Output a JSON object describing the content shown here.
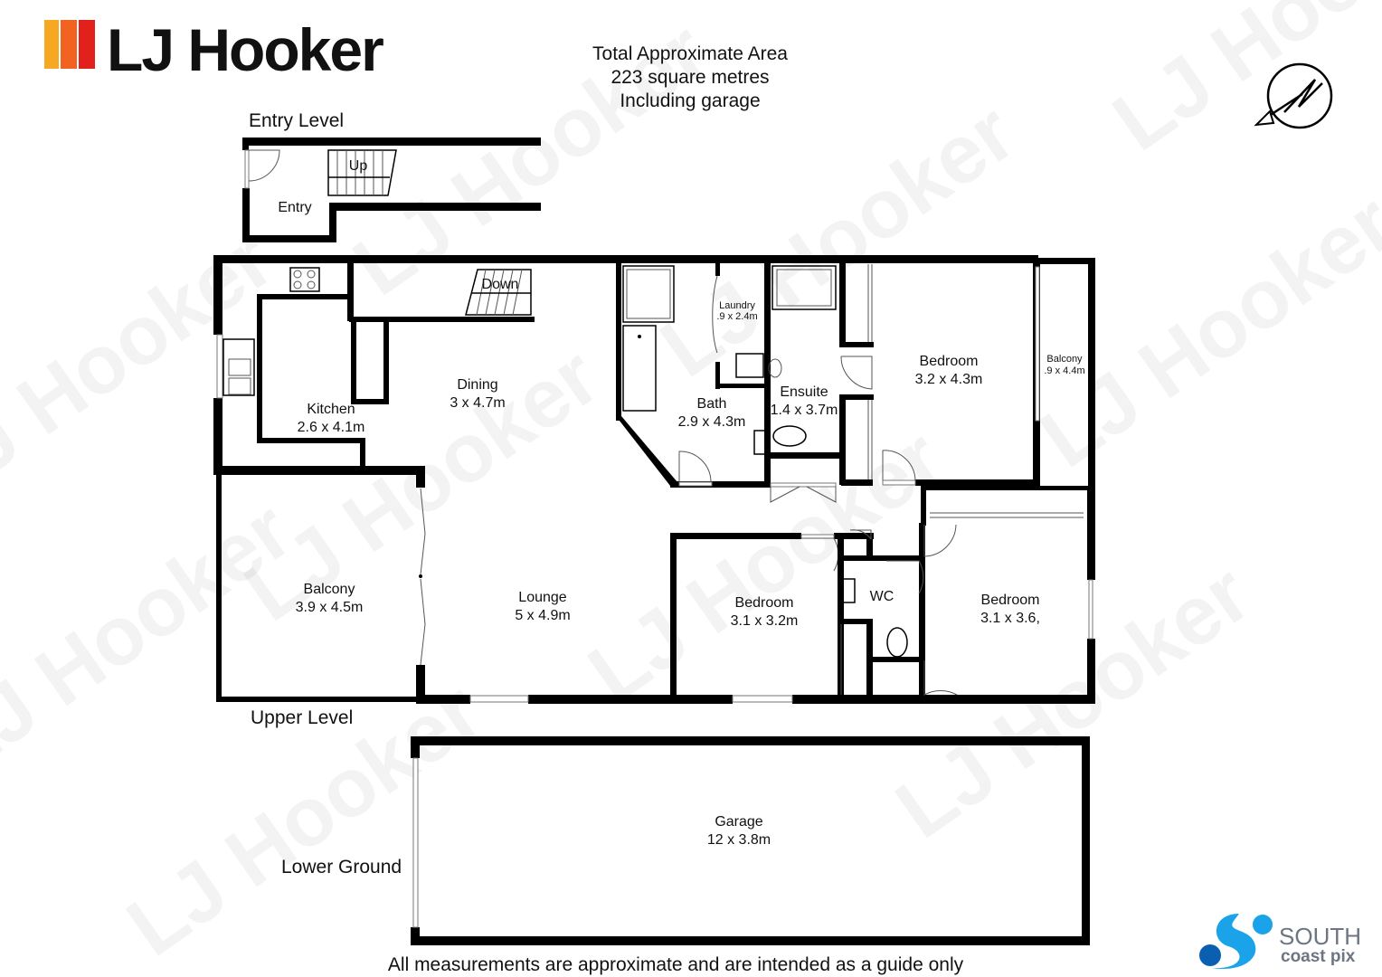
{
  "brand": {
    "name": "LJ Hooker",
    "stripe_colors": [
      "#f7a823",
      "#f26322",
      "#e2211c"
    ]
  },
  "watermark": "LJ Hooker",
  "area": {
    "line1": "Total Approximate Area",
    "line2": "223 square metres",
    "line3": "Including garage"
  },
  "levels": {
    "entry": "Entry Level",
    "upper": "Upper Level",
    "lower": "Lower Ground"
  },
  "rooms": {
    "entry": "Entry",
    "up": "Up",
    "down": "Down",
    "dining": {
      "name": "Dining",
      "size": "3 x 4.7m"
    },
    "kitchen": {
      "name": "Kitchen",
      "size": "2.6 x 4.1m"
    },
    "laundry": {
      "name": "Laundry",
      "size": ".9 x 2.4m"
    },
    "bath": {
      "name": "Bath",
      "size": "2.9 x 4.3m"
    },
    "ensuite": {
      "name": "Ensuite",
      "size": "1.4 x 3.7m"
    },
    "bedroom_main": {
      "name": "Bedroom",
      "size": "3.2 x 4.3m"
    },
    "balcony_small": {
      "name": "Balcony",
      "size": ".9 x 4.4m"
    },
    "balcony_large": {
      "name": "Balcony",
      "size": "3.9 x 4.5m"
    },
    "lounge": {
      "name": "Lounge",
      "size": "5 x 4.9m"
    },
    "bedroom_two": {
      "name": "Bedroom",
      "size": "3.1 x 3.2m"
    },
    "wc": {
      "name": "WC"
    },
    "bedroom_three": {
      "name": "Bedroom",
      "size": "3.1 x 3.6,"
    },
    "garage": {
      "name": "Garage",
      "size": "12 x 3.8m"
    }
  },
  "compass": {
    "icon": "north-arrow-icon"
  },
  "footer": {
    "disclaimer": "All measurements are approximate and are intended as a guide only"
  },
  "credit": {
    "line1": "SOUTH",
    "line2": "coast pix",
    "logo_colors": [
      "#1aa3e8",
      "#0a5fb0"
    ]
  }
}
